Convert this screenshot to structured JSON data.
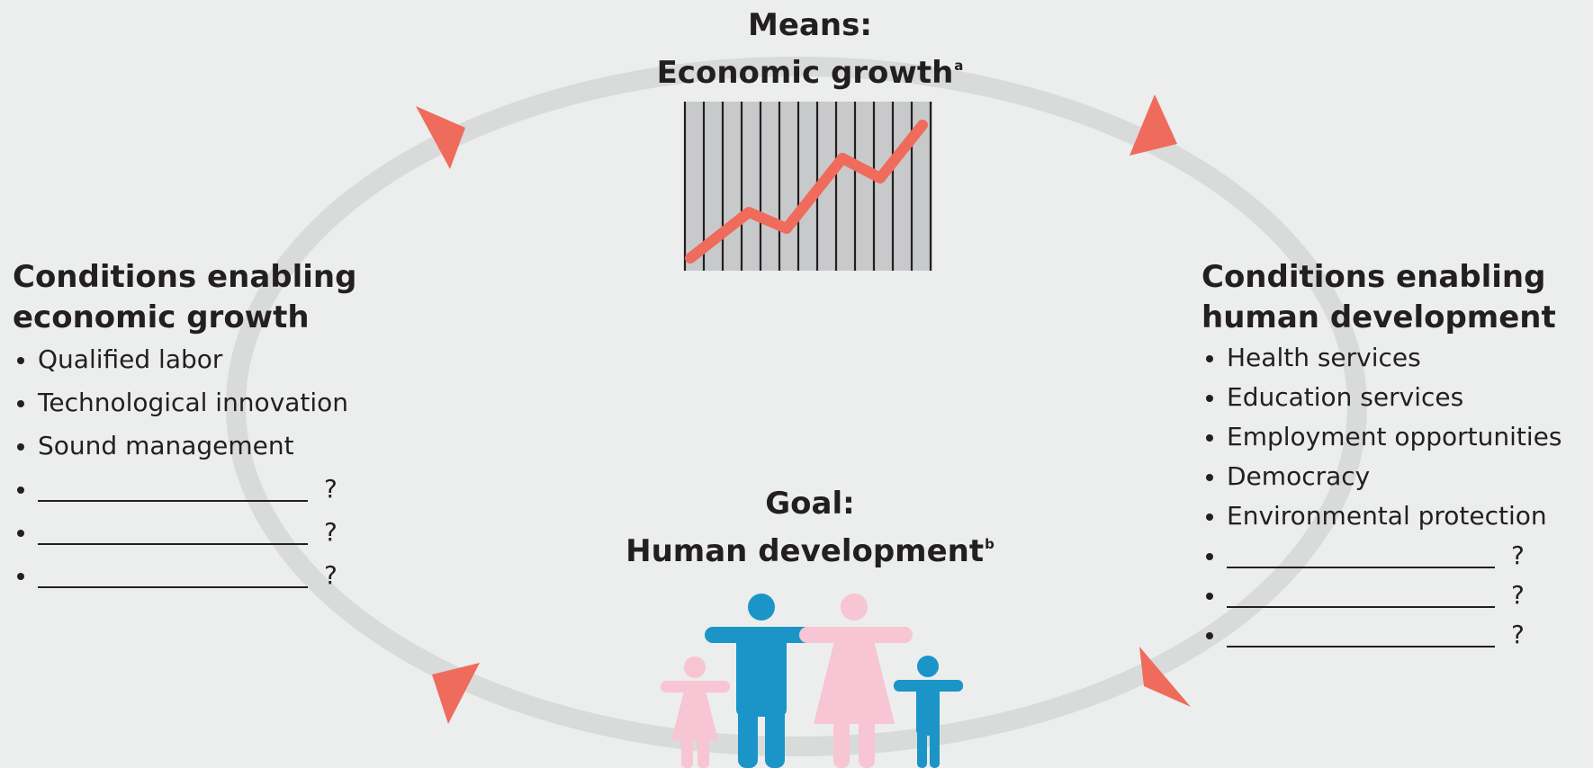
{
  "means": {
    "label": "Means:",
    "title": "Economic growth",
    "footnote": "a"
  },
  "goal": {
    "label": "Goal:",
    "title": "Human development",
    "footnote": "b"
  },
  "left_panel": {
    "title_line1": "Conditions enabling",
    "title_line2": "economic growth",
    "items": [
      "Qualified labor",
      "Technological innovation",
      "Sound management"
    ],
    "blank_suffix": "?"
  },
  "right_panel": {
    "title_line1": "Conditions enabling",
    "title_line2": "human development",
    "items": [
      "Health services",
      "Education services",
      "Employment opportunities",
      "Democracy",
      "Environmental protection"
    ],
    "blank_suffix": "?"
  },
  "colors": {
    "cycle_ring": "#d9dada",
    "arrow": "#ef6b5b",
    "growth_line": "#ef6b5b",
    "chart_bg": "#c8c9ca",
    "adult_male": "#1b95c7",
    "adult_female": "#f7c5d3",
    "child_girl": "#f7c5d3",
    "child_boy": "#1b95c7"
  },
  "icons": [
    "cycle-arrow-icon",
    "growth-chart-icon",
    "family-icon"
  ]
}
